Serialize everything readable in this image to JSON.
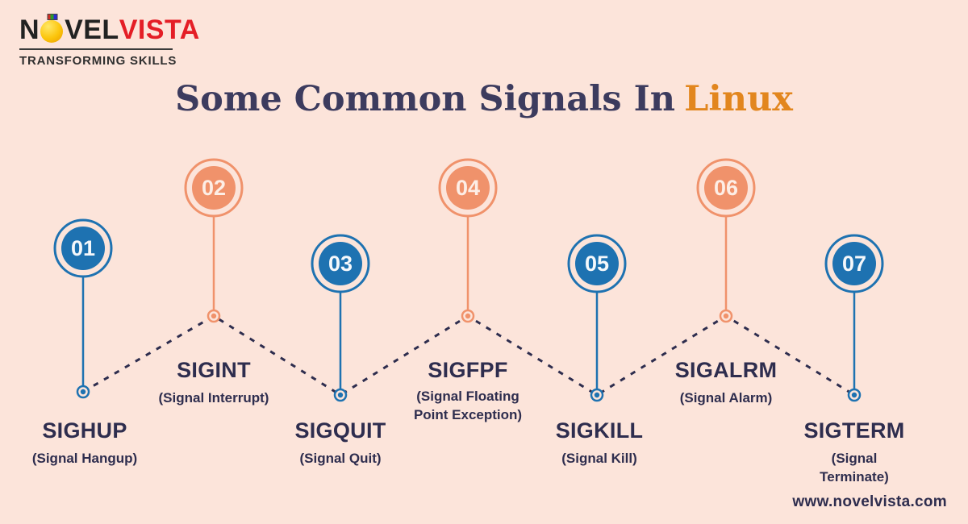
{
  "logo": {
    "part1": "N",
    "part2": "VEL",
    "part3": "VISTA",
    "tagline": "TRANSFORMING SKILLS",
    "medal_icon": "gold-medal-with-ribbon"
  },
  "title": {
    "prefix": "Some Common Signals In",
    "highlight": "Linux"
  },
  "signals": [
    {
      "number": "01",
      "name": "SIGHUP",
      "description": "(Signal Hangup)"
    },
    {
      "number": "02",
      "name": "SIGINT",
      "description": "(Signal Interrupt)"
    },
    {
      "number": "03",
      "name": "SIGQUIT",
      "description": "(Signal Quit)"
    },
    {
      "number": "04",
      "name": "SIGFPF",
      "description": "(Signal Floating Point Exception)"
    },
    {
      "number": "05",
      "name": "SIGKILL",
      "description": "(Signal Kill)"
    },
    {
      "number": "06",
      "name": "SIGALRM",
      "description": "(Signal Alarm)"
    },
    {
      "number": "07",
      "name": "SIGTERM",
      "description": "(Signal Terminate)"
    }
  ],
  "footer": {
    "website": "www.novelvista.com"
  },
  "colors": {
    "background": "#fce4da",
    "blue": "#1e72b1",
    "orange": "#f0926b",
    "navy_text": "#2e2d4e",
    "title_navy": "#3c3b5e",
    "title_orange": "#e2861e",
    "logo_red": "#e41e26",
    "logo_gold": "#fcc50b"
  }
}
